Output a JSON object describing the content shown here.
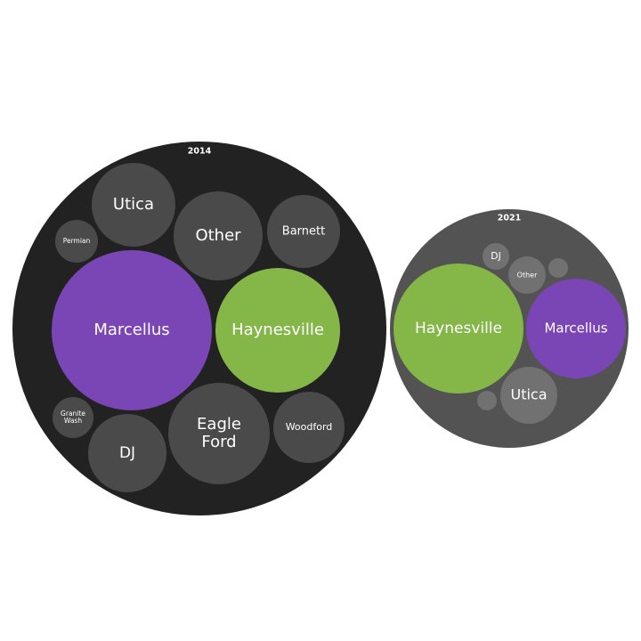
{
  "chart_data": {
    "type": "bubble",
    "groups": [
      {
        "label": "2014",
        "bubbles": [
          {
            "name": "Marcellus",
            "color": "#7a45b5"
          },
          {
            "name": "Haynesville",
            "color": "#84b648"
          },
          {
            "name": "Eagle Ford",
            "color": "#4a4a4a"
          },
          {
            "name": "Other",
            "color": "#4a4a4a"
          },
          {
            "name": "Utica",
            "color": "#4a4a4a"
          },
          {
            "name": "DJ",
            "color": "#4a4a4a"
          },
          {
            "name": "Barnett",
            "color": "#4a4a4a"
          },
          {
            "name": "Woodford",
            "color": "#4a4a4a"
          },
          {
            "name": "Permian",
            "color": "#4a4a4a"
          },
          {
            "name": "Granite Wash",
            "color": "#4a4a4a"
          }
        ]
      },
      {
        "label": "2021",
        "bubbles": [
          {
            "name": "Haynesville",
            "color": "#84b648"
          },
          {
            "name": "Marcellus",
            "color": "#7a45b5"
          },
          {
            "name": "Utica",
            "color": "#717171"
          },
          {
            "name": "Other",
            "color": "#717171"
          },
          {
            "name": "DJ",
            "color": "#717171"
          },
          {
            "name": "",
            "color": "#717171"
          },
          {
            "name": "",
            "color": "#717171"
          }
        ]
      }
    ],
    "colors": {
      "group_2014_bg": "#222222",
      "group_2021_bg": "#535353",
      "label": "#ffffff"
    }
  }
}
